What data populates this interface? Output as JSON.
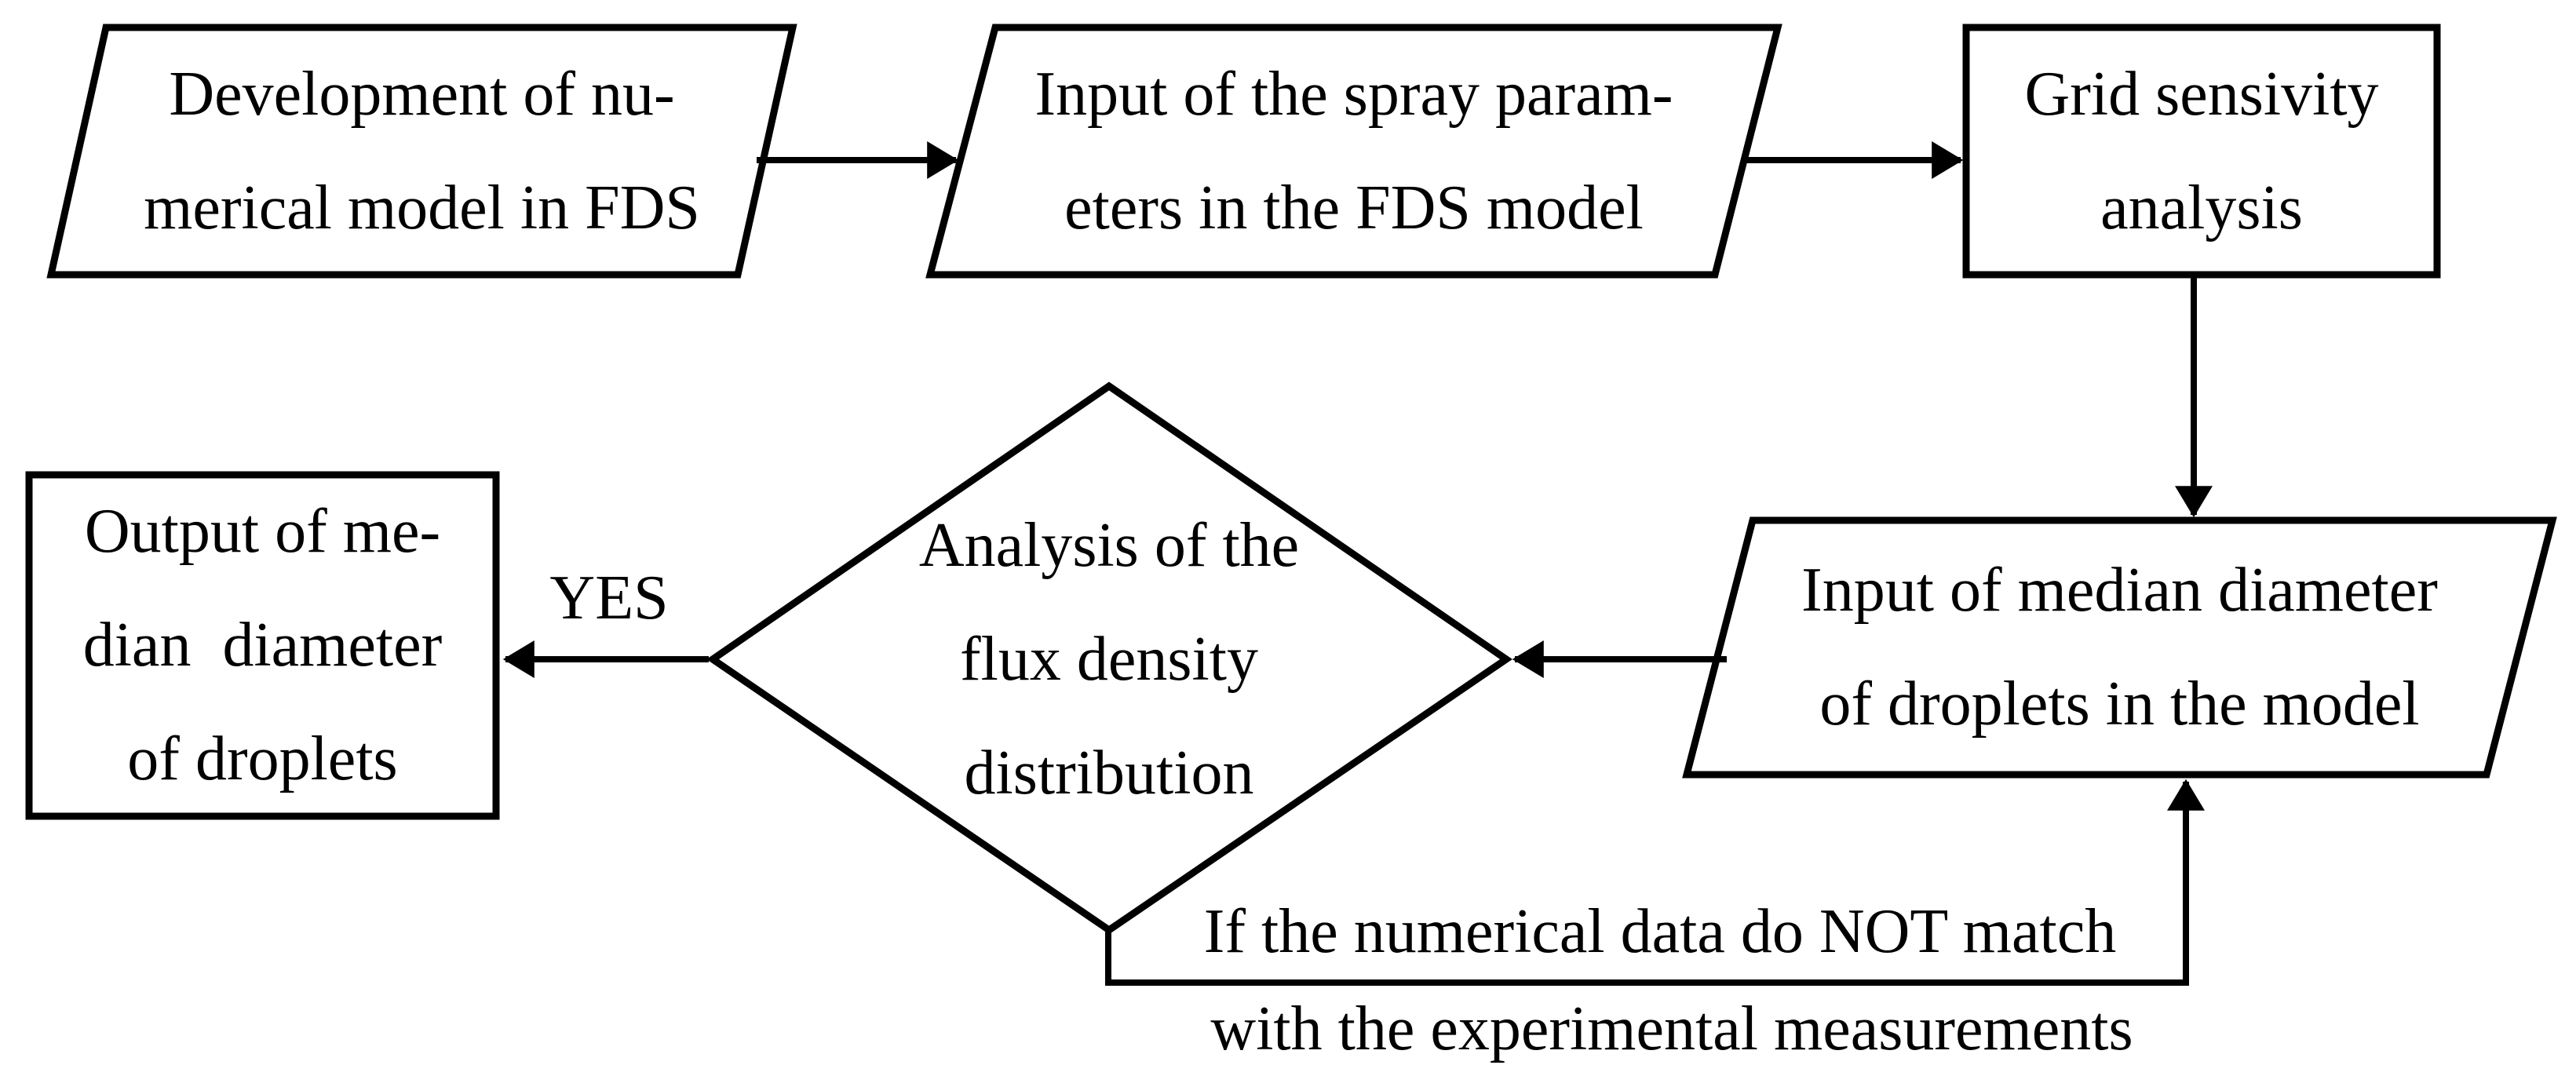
{
  "colors": {
    "line": "#000000",
    "background": "#ffffff",
    "text": "#000000"
  },
  "nodes": {
    "develop_model": {
      "shape": "parallelogram",
      "label": "Development of nu-\nmerical model in FDS"
    },
    "input_spray": {
      "shape": "parallelogram",
      "label": "Input of the spray param-\neters in the FDS model"
    },
    "grid_sensitivity": {
      "shape": "rectangle",
      "label": "Grid sensivity\nanalysis"
    },
    "input_median": {
      "shape": "parallelogram",
      "label": "Input of median diameter\nof droplets in the model"
    },
    "analysis_flux": {
      "shape": "diamond",
      "label": "Analysis of the\nflux density\ndistribution"
    },
    "output_median": {
      "shape": "rectangle",
      "label": "Output of me-\ndian  diameter\nof droplets"
    }
  },
  "edge_labels": {
    "yes": "YES",
    "not_match_line1": "If the numerical data do NOT match",
    "not_match_line2": "with the experimental measurements"
  }
}
